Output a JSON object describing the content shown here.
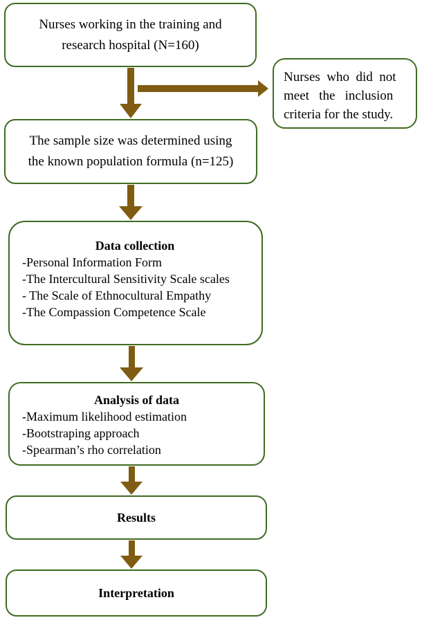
{
  "colors": {
    "box_border": "#3f6b22",
    "arrow_fill": "#7f5c12"
  },
  "boxes": {
    "b1": {
      "line1": "Nurses working in the training and",
      "line2": "research hospital (N=160)"
    },
    "side": {
      "line1": "Nurses  who  did  not",
      "line2": "meet   the   inclusion",
      "line3": "criteria for the study."
    },
    "b2": {
      "line1": "The sample size was determined using",
      "line2": "the known population formula (n=125)"
    },
    "b3": {
      "title": "Data collection",
      "items": [
        "-Personal Information Form",
        "-The  Intercultural  Sensitivity  Scale scales",
        "- The Scale of Ethnocultural Empathy",
        "-The Compassion Competence Scale"
      ]
    },
    "b4": {
      "title": "Analysis of data",
      "items": [
        "-Maximum likelihood estimation",
        "-Bootstraping approach",
        "-Spearman’s rho correlation"
      ]
    },
    "b5": {
      "label": "Results"
    },
    "b6": {
      "label": "Interpretation"
    }
  }
}
